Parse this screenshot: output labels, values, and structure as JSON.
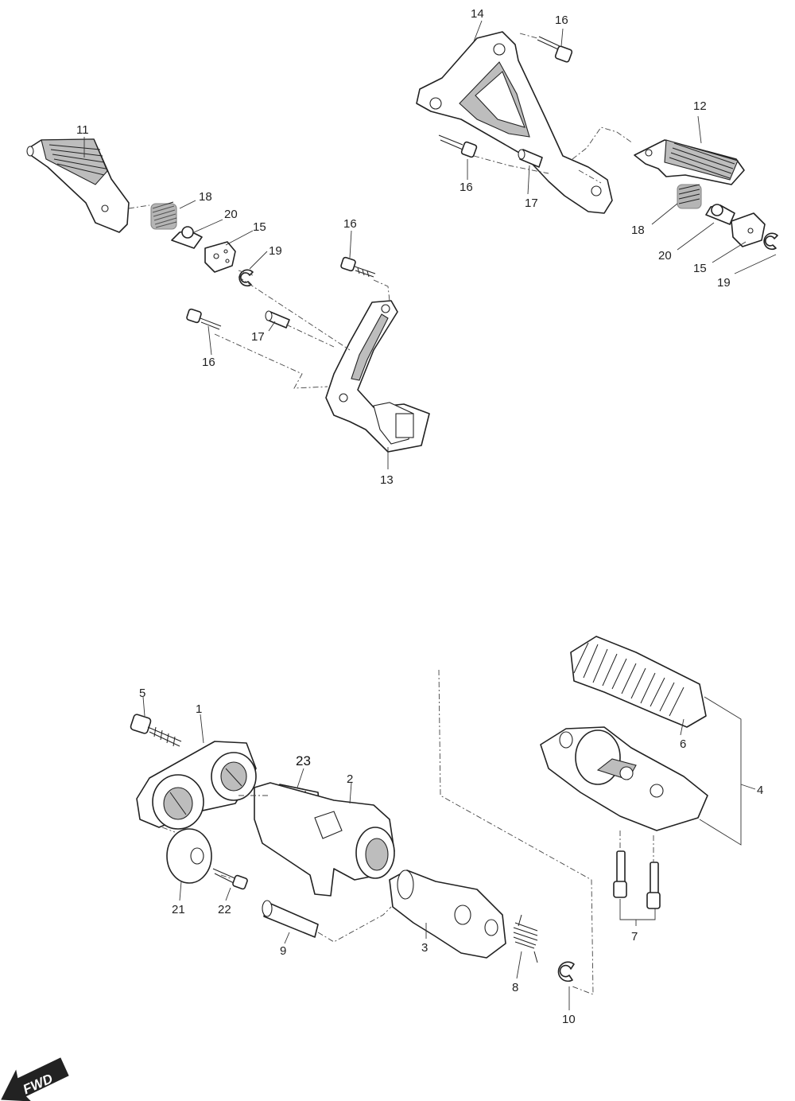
{
  "callouts": {
    "c1": "1",
    "c2": "2",
    "c3": "3",
    "c4": "4",
    "c5": "5",
    "c6": "6",
    "c7": "7",
    "c8": "8",
    "c9": "9",
    "c10": "10",
    "c11": "11",
    "c12": "12",
    "c13": "13",
    "c14": "14",
    "c15a": "15",
    "c15b": "15",
    "c16a": "16",
    "c16b": "16",
    "c16c": "16",
    "c16d": "16",
    "c17a": "17",
    "c17b": "17",
    "c18a": "18",
    "c18b": "18",
    "c19a": "19",
    "c19b": "19",
    "c20a": "20",
    "c20b": "20",
    "c21": "21",
    "c22": "22",
    "c23": "23"
  },
  "fwd_arrow": {
    "label": "FWD",
    "icon": "fwd-arrow-icon"
  }
}
